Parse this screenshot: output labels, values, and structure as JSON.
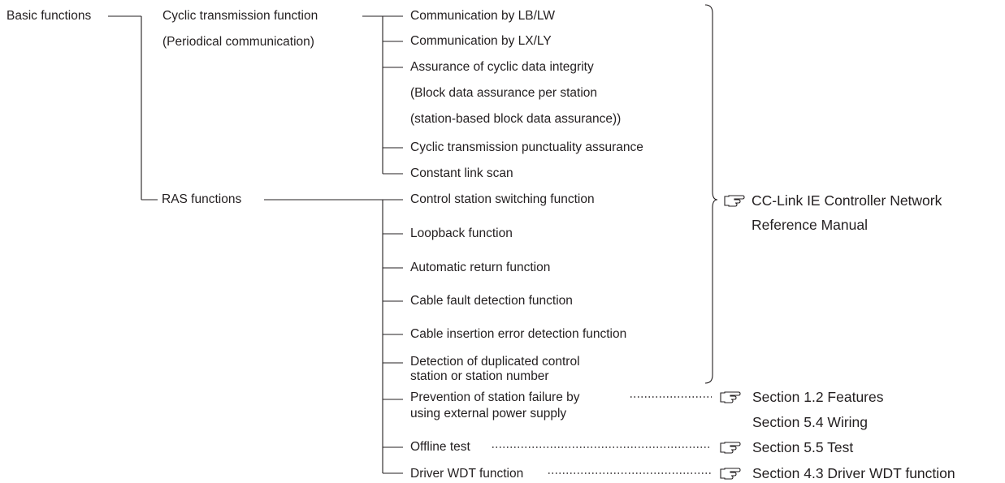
{
  "root": {
    "label": "Basic functions"
  },
  "cyclic": {
    "label_line1": "Cyclic transmission function",
    "label_line2": "(Periodical communication)",
    "items": [
      "Communication by LB/LW",
      "Communication by LX/LY",
      "Assurance of cyclic data integrity",
      "(Block data assurance per station",
      "(station-based block data assurance))",
      "Cyclic transmission punctuality assurance",
      "Constant link scan"
    ]
  },
  "ras": {
    "label": "RAS functions",
    "items": [
      "Control station switching function",
      "Loopback function",
      "Automatic return function",
      "Cable fault detection function",
      "Cable insertion error detection function"
    ],
    "duplicate_line1": "Detection of duplicated control",
    "duplicate_line2": "station or station number",
    "prevention_line1": "Prevention of station failure by",
    "prevention_line2": "using external power supply",
    "offline": "Offline test",
    "driver_wdt": "Driver WDT function"
  },
  "references": {
    "manual_line1": "CC-Link IE Controller Network",
    "manual_line2": "Reference Manual",
    "features": "Section 1.2 Features",
    "wiring": "Section 5.4 Wiring",
    "test": "Section 5.5 Test",
    "wdt": "Section 4.3 Driver WDT function"
  },
  "icons": {
    "reference": "pointing-hand-icon"
  }
}
